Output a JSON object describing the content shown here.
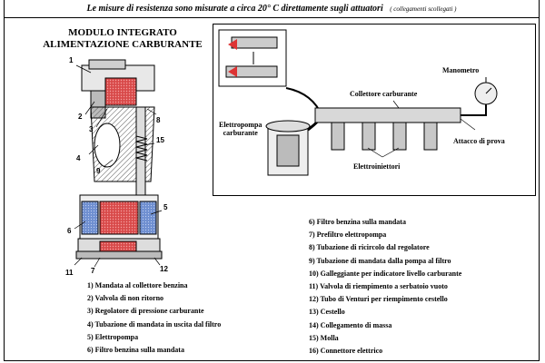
{
  "header": {
    "line": "Le misure di resistenza sono misurate a circa 20° C direttamente sugli attuatori",
    "note": "( collegamenti scollegati )"
  },
  "module_title": {
    "line1": "MODULO INTEGRATO",
    "line2": "ALIMENTAZIONE CARBURANTE"
  },
  "callouts": [
    "1",
    "2",
    "3",
    "8",
    "4",
    "15",
    "9",
    "5",
    "6",
    "11",
    "7",
    "12"
  ],
  "inset_labels": {
    "manometer": "Manometro",
    "fuel_rail": "Collettore carburante",
    "pump_line1": "Elettropompa",
    "pump_line2": "carburante",
    "test_port": "Attacco di prova",
    "injectors": "Elettroiniettori"
  },
  "list_left": [
    "1) Mandata al collettore benzina",
    "2) Valvola di non ritorno",
    "3) Regolatore di pressione carburante",
    "4) Tubazione di mandata in uscita dal filtro",
    "5) Elettropompa",
    "6) Filtro benzina sulla mandata"
  ],
  "list_right": [
    "6) Filtro benzina sulla mandata",
    "7) Prefiltro elettropompa",
    "8) Tubazione di ricircolo dal regolatore",
    "9) Tubazione di mandata dalla pompa al filtro",
    "10) Galleggiante per indicatore livello carburante",
    "11) Valvola di riempimento a serbatoio vuoto",
    "12) Tubo di Venturi per riempimento cestello",
    "13) Cestello",
    "14) Collegamento di massa",
    "15) Molla",
    "16) Connettore elettrico"
  ]
}
